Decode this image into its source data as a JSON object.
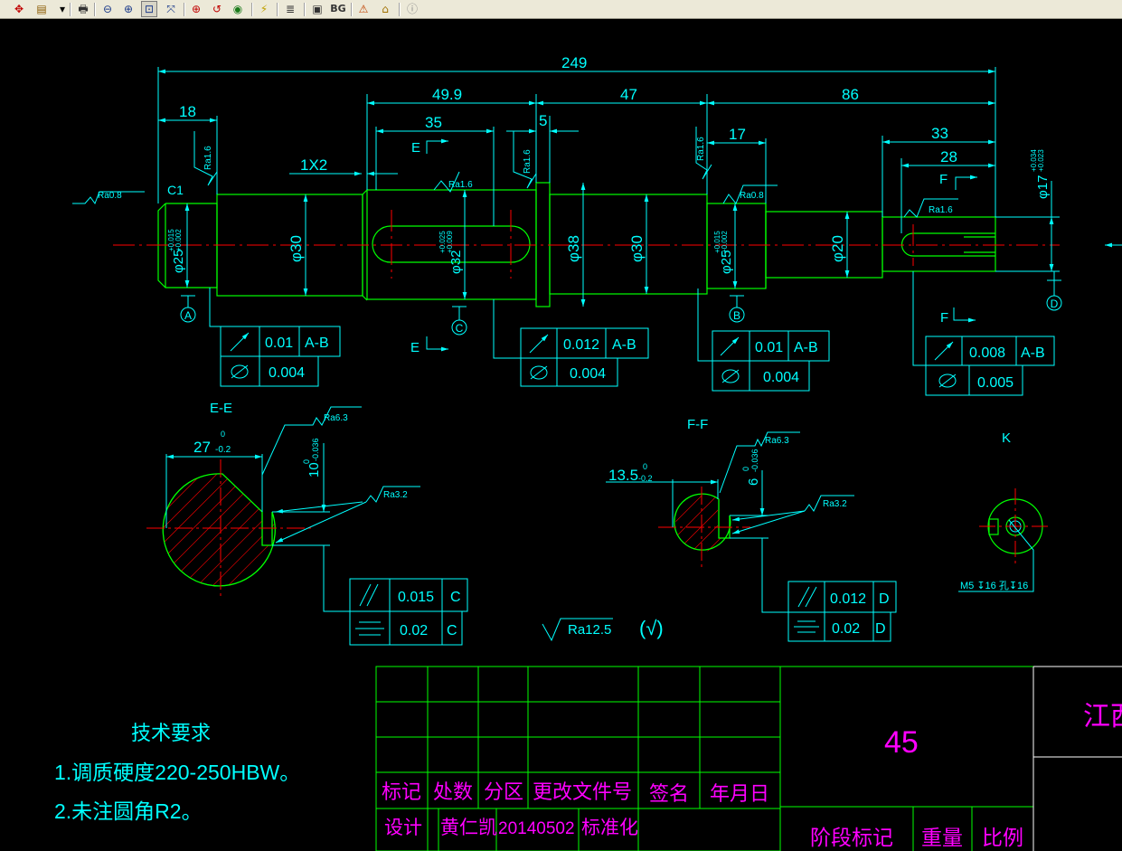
{
  "toolbar": {
    "buttons": [
      {
        "name": "pan-icon",
        "glyph": "✥",
        "color": "#c00000"
      },
      {
        "name": "layer-icon",
        "glyph": "▤",
        "color": "#8a5a00"
      },
      {
        "name": "dropdown-arrow-icon",
        "glyph": "▾",
        "color": "#000000"
      },
      {
        "name": "print-icon",
        "glyph": "🖶",
        "color": "#333333"
      },
      {
        "name": "zoom-out-icon",
        "glyph": "⊖",
        "color": "#1a3a8a"
      },
      {
        "name": "zoom-in-icon",
        "glyph": "⊕",
        "color": "#1a3a8a"
      },
      {
        "name": "zoom-window-icon",
        "glyph": "⊡",
        "color": "#1a3a8a"
      },
      {
        "name": "zoom-dynamic-icon",
        "glyph": "⤧",
        "color": "#1a3a8a"
      },
      {
        "name": "zoom-center-icon",
        "glyph": "⊕",
        "color": "#c00000"
      },
      {
        "name": "zoom-previous-icon",
        "glyph": "↺",
        "color": "#c00000"
      },
      {
        "name": "view-eye-icon",
        "glyph": "◉",
        "color": "#1a7a1a"
      },
      {
        "name": "measure-icon",
        "glyph": "⚡",
        "color": "#c0a000"
      },
      {
        "name": "layers-icon",
        "glyph": "≣",
        "color": "#333333"
      },
      {
        "name": "screen-icon",
        "glyph": "▣",
        "color": "#333333"
      },
      {
        "name": "background-button",
        "glyph": "BG",
        "color": "#333333"
      },
      {
        "name": "warning-icon",
        "glyph": "⚠",
        "color": "#c04000"
      },
      {
        "name": "home-icon",
        "glyph": "⌂",
        "color": "#a07000"
      },
      {
        "name": "info-icon",
        "glyph": "ⓘ",
        "color": "#888888"
      }
    ]
  },
  "colors": {
    "background": "#000000",
    "outline": "#00ff00",
    "dimension": "#00ffff",
    "centerline": "#ff0000",
    "hatch": "#ff0000",
    "note_text": "#00ffff",
    "titleblock_text": "#ff00ff",
    "titleblock_border": "#00ff00",
    "titleblock_outer": "#ffffff"
  },
  "dimensions": {
    "overall_length": "249",
    "d18": "18",
    "d49_9": "49.9",
    "d47": "47",
    "d86": "86",
    "d35": "35",
    "d5": "5",
    "d17": "17",
    "d33": "33",
    "d28": "28",
    "chamfer_1x2": "1X2",
    "chamfer_c1": "C1",
    "dia30_a": "φ30",
    "dia38": "φ38",
    "dia30_b": "φ30",
    "dia20": "φ20",
    "dia25_a": "φ25",
    "dia25_a_tol": "+0.015\n+0.002",
    "dia32": "φ32",
    "dia32_tol": "+0.025\n+0.009",
    "dia25_b": "φ25",
    "dia25_b_tol": "+0.015\n+0.002",
    "dia17": "φ17",
    "dia17_tol": "+0.034\n+0.023"
  },
  "roughness": {
    "ra08_left": "Ra0.8",
    "ra16_shoulder": "Ra1.6",
    "ra16_key": "Ra1.6",
    "ra16_mid": "Ra1.6",
    "ra16_right": "Ra1.6",
    "ra08_right": "Ra0.8",
    "ra16_end": "Ra1.6",
    "ra63_ee": "Ra6.3",
    "ra32_ee": "Ra3.2",
    "ra63_ff": "Ra6.3",
    "ra32_ff": "Ra3.2",
    "general": "Ra12.5",
    "general_suffix": "(√)"
  },
  "datums": {
    "a": "A",
    "b": "B",
    "c": "C",
    "d": "D"
  },
  "section_marks": {
    "e_top": "E",
    "e_bottom": "E",
    "f_top": "F",
    "f_bottom": "F"
  },
  "tolerance_frames": {
    "fcf_a": {
      "runout": "0.01",
      "runout_ref": "A-B",
      "cyl": "0.004"
    },
    "fcf_c": {
      "runout": "0.012",
      "runout_ref": "A-B",
      "cyl": "0.004"
    },
    "fcf_b": {
      "runout": "0.01",
      "runout_ref": "A-B",
      "cyl": "0.004"
    },
    "fcf_d": {
      "runout": "0.008",
      "runout_ref": "A-B",
      "cyl": "0.005"
    },
    "fcf_ee": {
      "parallel": "0.015",
      "parallel_ref": "C",
      "sym": "0.02",
      "sym_ref": "C"
    },
    "fcf_ff": {
      "parallel": "0.012",
      "parallel_ref": "D",
      "sym": "0.02",
      "sym_ref": "D"
    }
  },
  "sections": {
    "ee": {
      "title": "E-E",
      "width_dim": "27",
      "width_tol_top": "0",
      "width_tol_bottom": "-0.2",
      "key_dim": "10",
      "key_tol": "-0.036",
      "key_tol_top": "0"
    },
    "ff": {
      "title": "F-F",
      "width_dim": "13.5",
      "width_tol_top": "0",
      "width_tol_bottom": "-0.2",
      "key_dim": "6",
      "key_tol": "-0.036",
      "key_tol_top": "0"
    },
    "k": {
      "title": "K",
      "thread_note": "M5 ↧16 孔↧16"
    }
  },
  "notes": {
    "heading": "技术要求",
    "line1": "1.调质硬度220-250HBW。",
    "line2": "2.未注圆角R2。"
  },
  "title_block": {
    "material": "45",
    "company": "江西",
    "headers": [
      "标记",
      "处数",
      "分区",
      "更改文件号",
      "签名",
      "年月日"
    ],
    "row2": [
      "设计",
      "黄仁凯",
      "20140502",
      "标准化"
    ],
    "stage": "阶段标记",
    "weight": "重量",
    "scale": "比例"
  }
}
